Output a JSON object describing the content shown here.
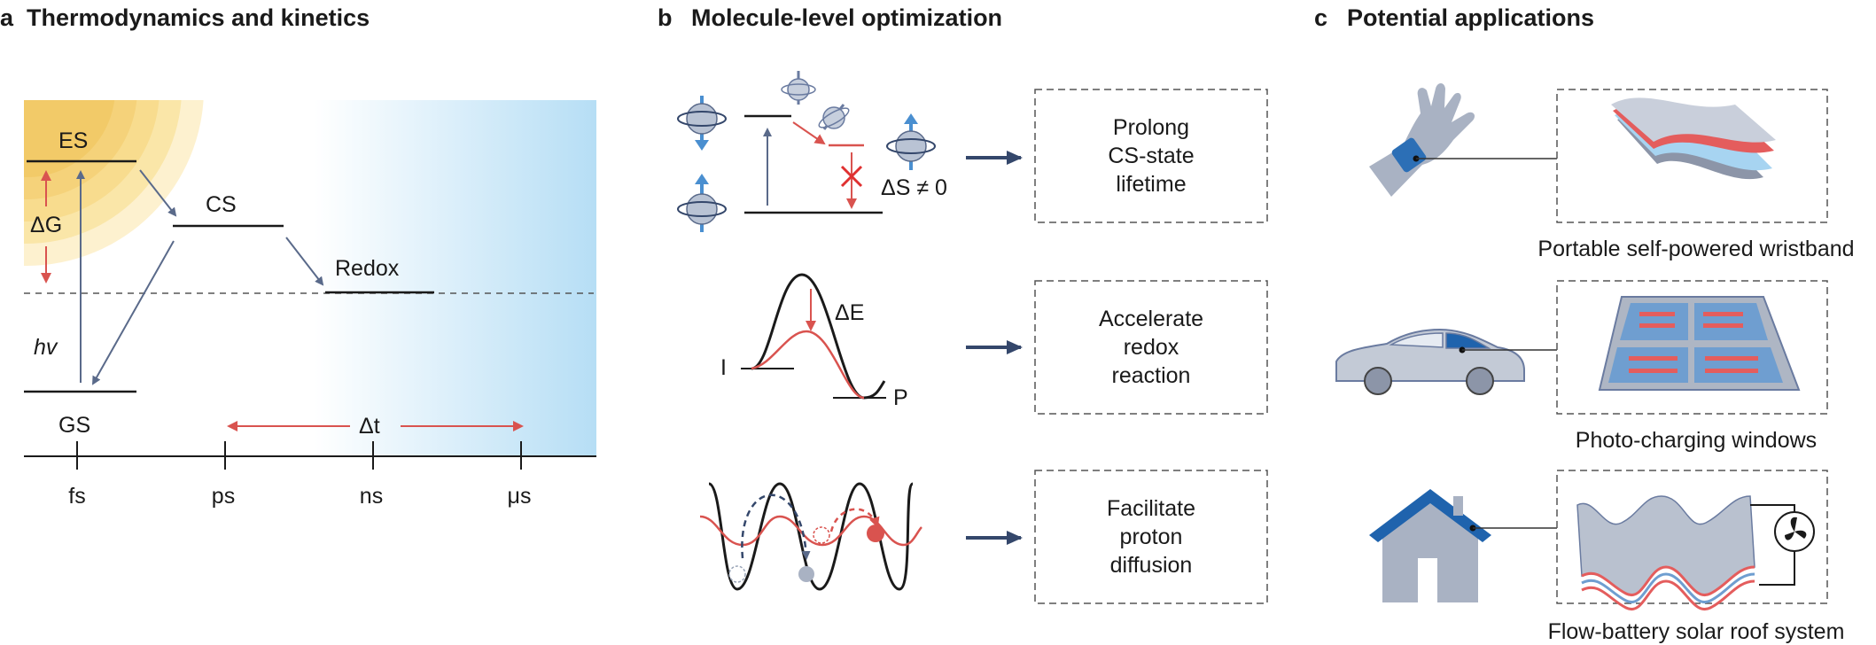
{
  "panel_a": {
    "letter": "a",
    "title": "Thermodynamics and kinetics",
    "levels": {
      "es": "ES",
      "cs": "CS",
      "redox": "Redox",
      "gs": "GS"
    },
    "delta_g": "ΔG",
    "hv": "hv",
    "delta_t": "Δt",
    "axis_ticks": [
      "fs",
      "ps",
      "ns",
      "μs"
    ]
  },
  "panel_b": {
    "letter": "b",
    "title": "Molecule-level optimization",
    "delta_s": "ΔS ≠ 0",
    "delta_e": "ΔE",
    "state_i": "I",
    "state_p": "P",
    "boxes": [
      [
        "Prolong",
        "CS-state",
        "lifetime"
      ],
      [
        "Accelerate",
        "redox",
        "reaction"
      ],
      [
        "Facilitate",
        "proton",
        "diffusion"
      ]
    ]
  },
  "panel_c": {
    "letter": "c",
    "title": "Potential applications",
    "captions": [
      "Portable self-powered wristband",
      "Photo-charging windows",
      "Flow-battery solar roof system"
    ]
  },
  "colors": {
    "red": "#d9534f",
    "navy": "#34476b",
    "blue": "#4a8fd0",
    "light_blue": "#bfe3f7",
    "yellow": "#f6d77a",
    "grey": "#a9b2c3"
  }
}
